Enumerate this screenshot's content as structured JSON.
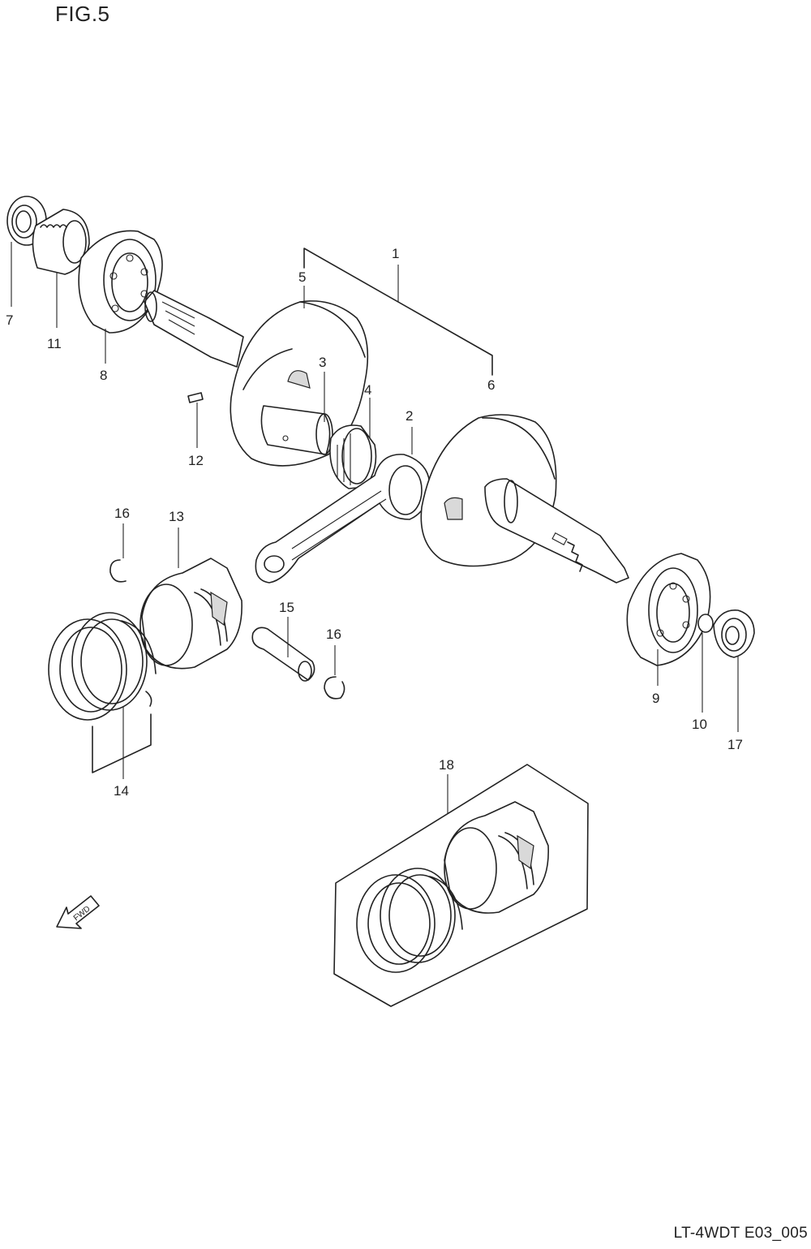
{
  "figure": {
    "title": "FIG.5",
    "code": "LT-4WDT E03_005"
  },
  "callouts": {
    "c1": "1",
    "c2": "2",
    "c3": "3",
    "c4": "4",
    "c5": "5",
    "c6": "6",
    "c7": "7",
    "c8": "8",
    "c9": "9",
    "c10": "10",
    "c11": "11",
    "c12": "12",
    "c13": "13",
    "c14": "14",
    "c15": "15",
    "c16a": "16",
    "c16b": "16",
    "c17": "17",
    "c18": "18"
  },
  "fwd_marker": {
    "label": "FWD",
    "icon": "fwd-arrow-icon"
  },
  "colors": {
    "line": "#222222",
    "background": "#ffffff"
  }
}
